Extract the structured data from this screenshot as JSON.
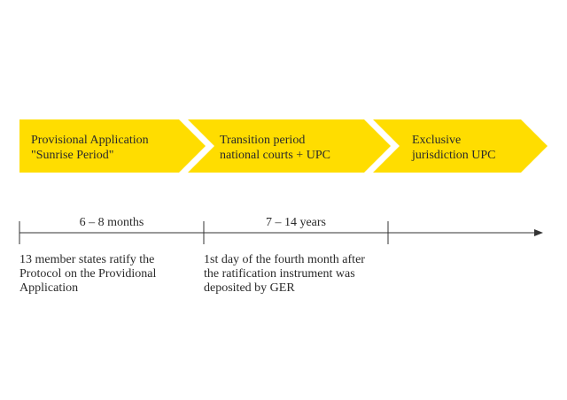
{
  "colors": {
    "chevron_fill": "#FFDD00",
    "line": "#333333",
    "text": "#2a2a2a"
  },
  "phases": [
    {
      "label": "Provisional Application\n\"Sunrise Period\""
    },
    {
      "label": "Transition period\nnational courts + UPC"
    },
    {
      "label": "Exclusive\njurisdiction UPC"
    }
  ],
  "timeline": {
    "durations": [
      "6 – 8 months",
      "7 – 14 years"
    ],
    "notes": [
      "13 member states ratify the\nProtocol on the Providional\nApplication",
      "1st day of the fourth month after\nthe ratification instrument was\ndeposited by GER"
    ]
  }
}
